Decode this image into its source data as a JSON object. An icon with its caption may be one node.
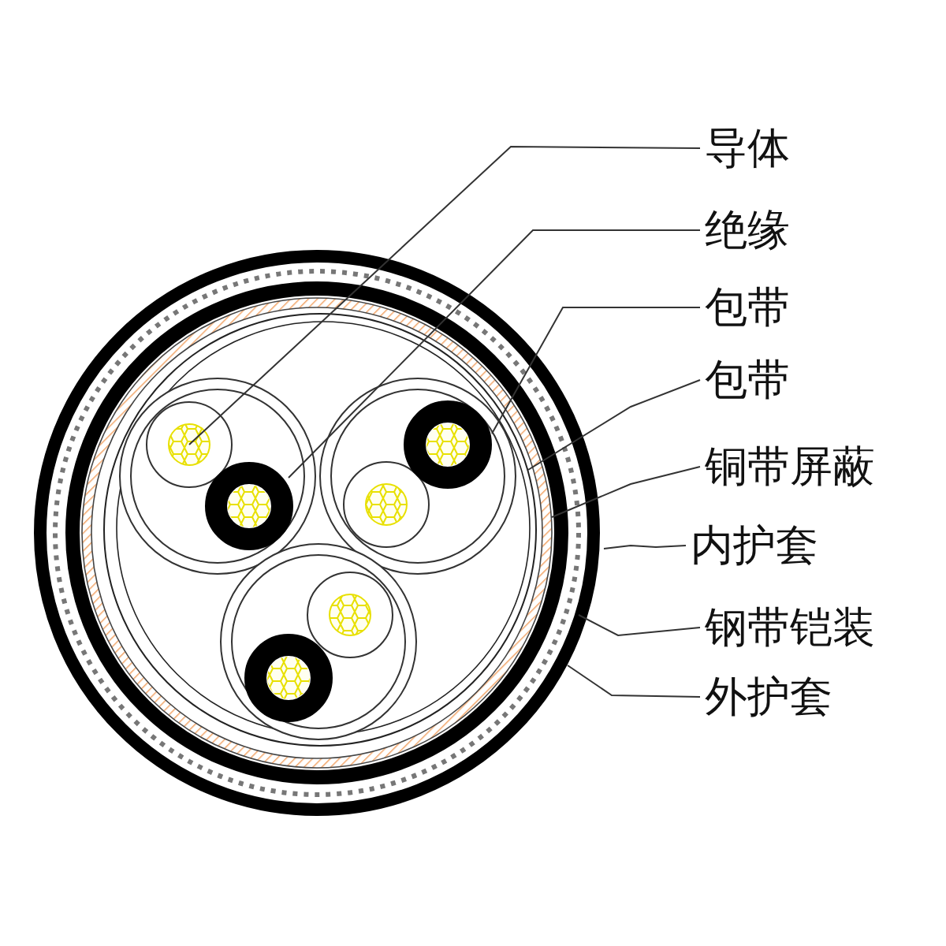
{
  "diagram": {
    "nodes": [
      {
        "text": [
          "导体"
        ]
      },
      {
        "text": [
          "绝缘"
        ]
      },
      {
        "text": [
          "包带"
        ]
      },
      {
        "text": [
          "包带"
        ]
      },
      {
        "text": [
          "铜带屏蔽"
        ]
      },
      {
        "text": [
          "内护套"
        ]
      },
      {
        "text": [
          "钢带铠装"
        ]
      },
      {
        "text": [
          "外护套"
        ]
      }
    ],
    "edges": [
      {
        "from": 0,
        "to": null,
        "arrow": "none"
      },
      {
        "from": 1,
        "to": null,
        "arrow": "none"
      },
      {
        "from": 2,
        "to": null,
        "arrow": "none"
      },
      {
        "from": 3,
        "to": null,
        "arrow": "none"
      },
      {
        "from": 4,
        "to": null,
        "arrow": "none"
      },
      {
        "from": 5,
        "to": null,
        "arrow": "none"
      },
      {
        "from": 6,
        "to": null,
        "arrow": "none"
      },
      {
        "from": 7,
        "to": null,
        "arrow": "none"
      }
    ]
  }
}
